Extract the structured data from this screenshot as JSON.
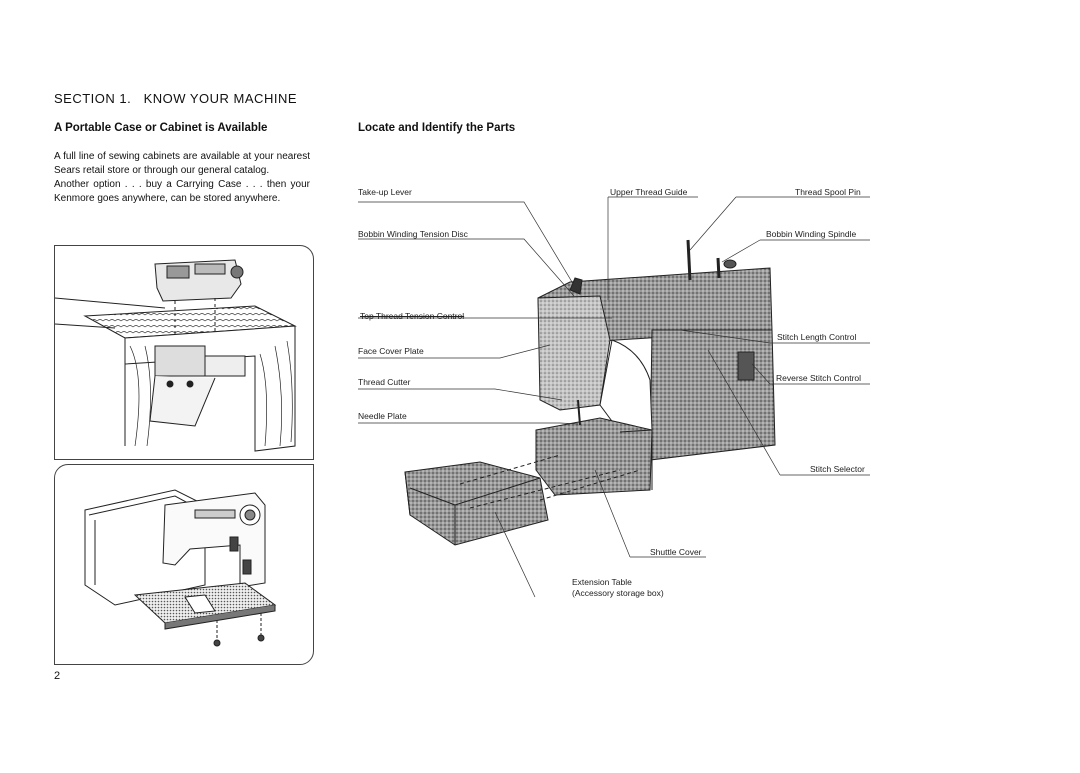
{
  "section_title": "SECTION 1.   KNOW YOUR MACHINE",
  "left_heading": "A Portable Case or Cabinet is Available",
  "right_heading": "Locate and Identify the Parts",
  "intro": {
    "paragraph1": "A full line of sewing cabinets are available at your nearest Sears retail store or through our general catalog.",
    "paragraph2": "Another option . . . buy a Carrying Case . . . then your Kenmore goes anywhere, can be stored anywhere."
  },
  "page_number": "2",
  "parts": {
    "take_up_lever": "Take-up Lever",
    "upper_thread_guide": "Upper Thread Guide",
    "thread_spool_pin": "Thread Spool Pin",
    "bobbin_winding_tension_disc": "Bobbin Winding Tension Disc",
    "bobbin_winding_spindle": "Bobbin Winding Spindle",
    "top_thread_tension_control": "Top Thread Tension Control",
    "stitch_length_control": "Stitch Length Control",
    "face_cover_plate": "Face Cover Plate",
    "reverse_stitch_control": "Reverse Stitch Control",
    "thread_cutter": "Thread Cutter",
    "needle_plate": "Needle Plate",
    "stitch_selector": "Stitch Selector",
    "shuttle_cover": "Shuttle Cover",
    "extension_table_line1": "Extension Table",
    "extension_table_line2": "(Accessory storage box)"
  }
}
